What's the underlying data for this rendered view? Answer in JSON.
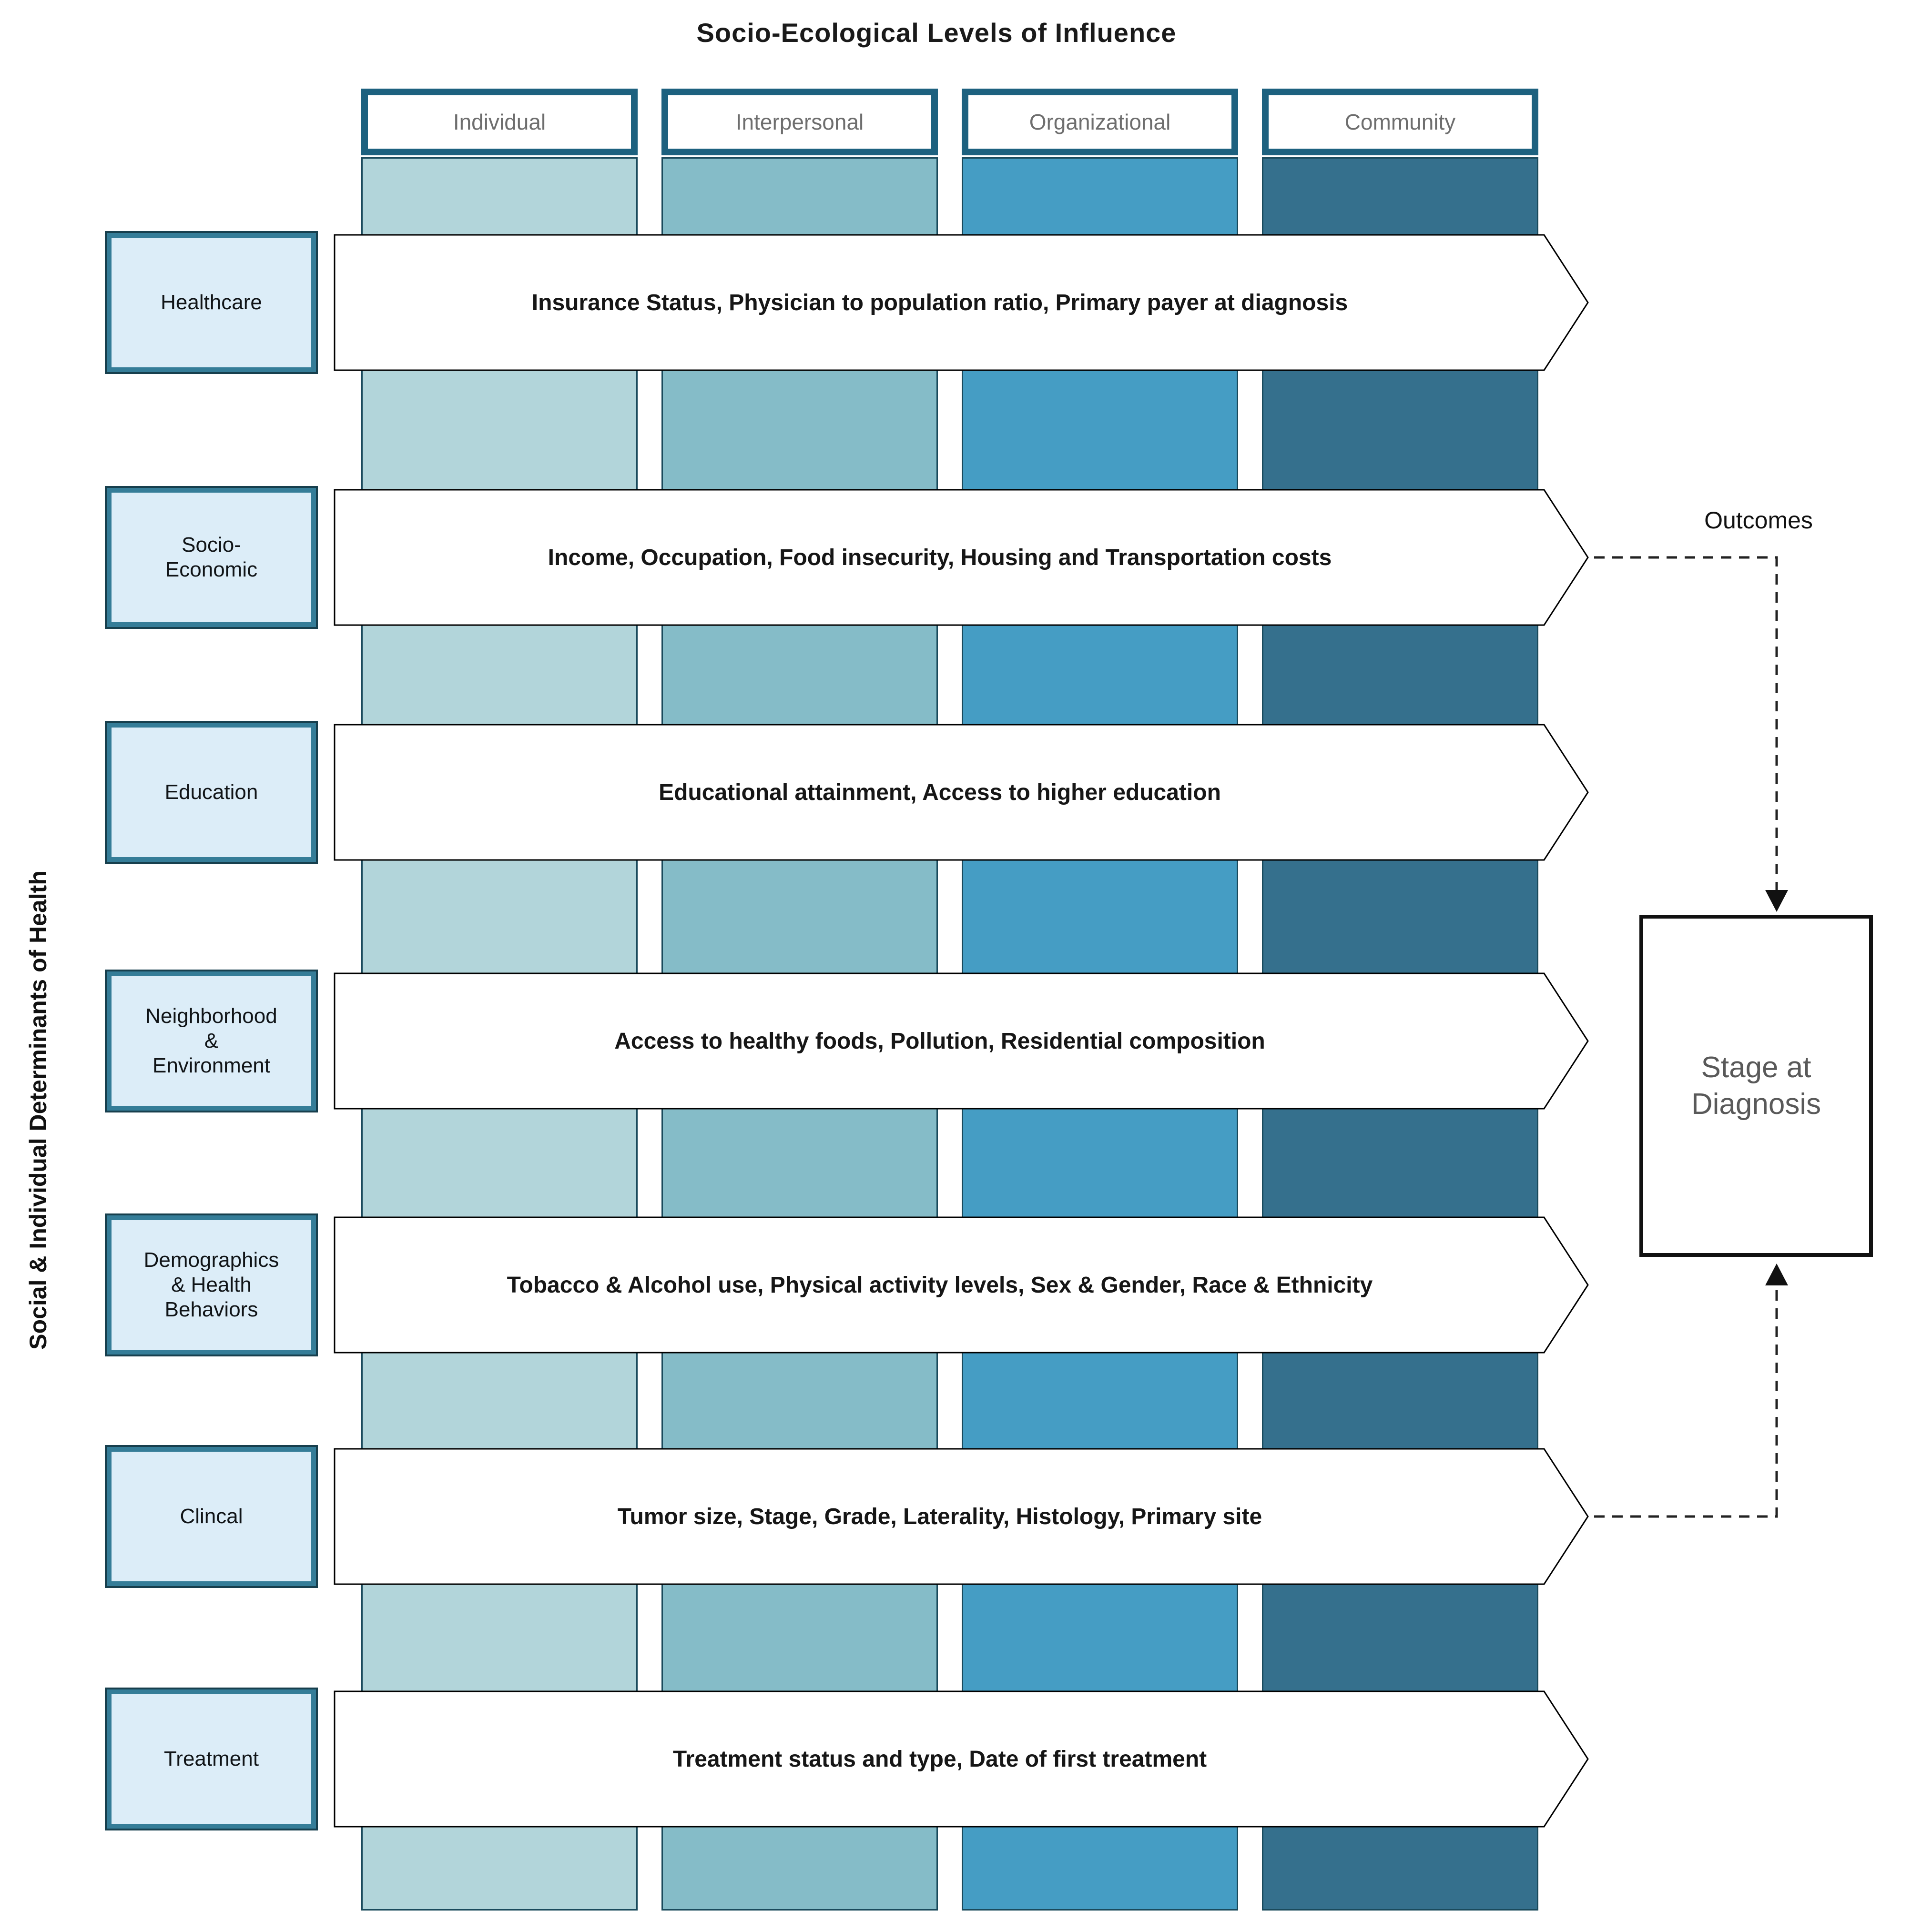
{
  "title": "Socio-Ecological Levels of Influence",
  "y_axis_label": "Social & Individual Determinants of Health",
  "columns": [
    {
      "label": "Individual",
      "color": "#b2d5da"
    },
    {
      "label": "Interpersonal",
      "color": "#85bcc8"
    },
    {
      "label": "Organizational",
      "color": "#459dc4"
    },
    {
      "label": "Community",
      "color": "#35708d"
    }
  ],
  "rows": [
    {
      "label": "Healthcare",
      "factors": "Insurance Status, Physician to population ratio, Primary payer at diagnosis"
    },
    {
      "label": "Socio-\nEconomic",
      "factors": "Income, Occupation, Food insecurity, Housing and Transportation costs"
    },
    {
      "label": "Education",
      "factors": "Educational attainment, Access to higher education"
    },
    {
      "label": "Neighborhood\n&\nEnvironment",
      "factors": "Access to healthy foods, Pollution, Residential composition"
    },
    {
      "label": "Demographics\n& Health\nBehaviors",
      "factors": "Tobacco & Alcohol use, Physical activity levels, Sex & Gender, Race & Ethnicity"
    },
    {
      "label": "Clincal",
      "factors": "Tumor size, Stage, Grade, Laterality, Histology, Primary site"
    },
    {
      "label": "Treatment",
      "factors": "Treatment status and type, Date of first treatment"
    }
  ],
  "outcomes_label": "Outcomes",
  "outcome_box": {
    "label": "Stage at\nDiagnosis"
  },
  "accents": {
    "header_border": "#1d617f",
    "label_box_fill": "#dcedf8",
    "label_box_border": "#357d98",
    "arrow_fill": "#ffffff",
    "arrow_border": "#000000",
    "connector_color": "#222222",
    "stage_box_border": "#111111",
    "header_text": "#6e6e6e",
    "stage_text": "#595959"
  }
}
